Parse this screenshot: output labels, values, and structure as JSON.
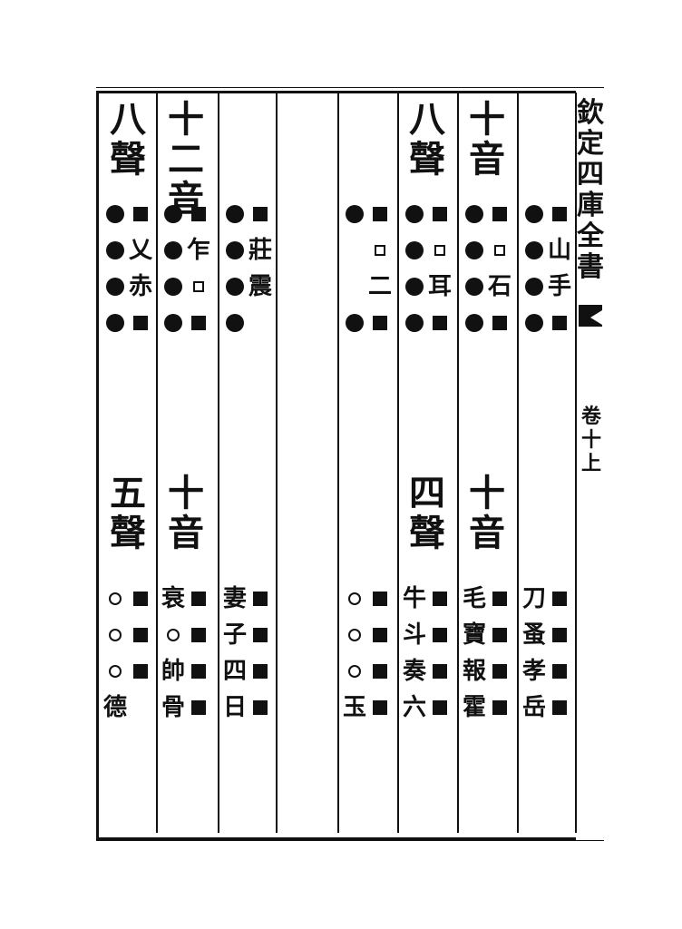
{
  "header": {
    "title": "欽定四庫全書",
    "volume": "卷十上"
  },
  "columns": [
    {
      "title": "八聲",
      "symbols": [
        "dot",
        "dot",
        "dot",
        "dot"
      ],
      "texts": [
        "■",
        "乂",
        "赤",
        "■"
      ],
      "title2": "五聲",
      "rows2": [
        [
          "circle",
          "■"
        ],
        [
          "circle",
          "■"
        ],
        [
          "circle",
          "■"
        ],
        [
          "德",
          ""
        ]
      ]
    },
    {
      "title": "十二音",
      "symbols": [
        "dot",
        "dot",
        "dot",
        "dot"
      ],
      "texts": [
        "■",
        "乍",
        "口",
        "■"
      ],
      "title2": "十音",
      "rows2": [
        [
          "衰",
          "■"
        ],
        [
          "circle",
          "■"
        ],
        [
          "帥",
          "■"
        ],
        [
          "骨",
          "■"
        ]
      ]
    },
    {
      "title": "",
      "symbols": [
        "dot",
        "dot",
        "dot",
        "dot"
      ],
      "texts": [
        "■",
        "莊",
        "震",
        ""
      ],
      "title2": "",
      "rows2": [
        [
          "妻",
          "■"
        ],
        [
          "子",
          "■"
        ],
        [
          "四",
          "■"
        ],
        [
          "日",
          "■"
        ]
      ]
    },
    {
      "title": "",
      "symbols": [],
      "texts": [],
      "title2": "",
      "rows2": []
    },
    {
      "title": "",
      "symbols": [
        "dot",
        "",
        "",
        "dot"
      ],
      "texts": [
        "■",
        "口",
        "二",
        "■"
      ],
      "title2": "",
      "rows2": [
        [
          "circle",
          "■"
        ],
        [
          "circle",
          "■"
        ],
        [
          "circle",
          "■"
        ],
        [
          "玉",
          "■"
        ]
      ]
    },
    {
      "title": "八聲",
      "symbols": [
        "dot",
        "dot",
        "dot",
        "dot"
      ],
      "texts": [
        "■",
        "口",
        "耳",
        "■"
      ],
      "title2": "四聲",
      "rows2": [
        [
          "牛",
          "■"
        ],
        [
          "斗",
          "■"
        ],
        [
          "奏",
          "■"
        ],
        [
          "六",
          "■"
        ]
      ]
    },
    {
      "title": "十音",
      "symbols": [
        "dot",
        "dot",
        "dot",
        "dot"
      ],
      "texts": [
        "■",
        "口",
        "石",
        "■"
      ],
      "title2": "十音",
      "rows2": [
        [
          "毛",
          "■"
        ],
        [
          "寶",
          "■"
        ],
        [
          "報",
          "■"
        ],
        [
          "霍",
          "■"
        ]
      ]
    },
    {
      "title": "",
      "symbols": [
        "dot",
        "dot",
        "dot",
        "dot"
      ],
      "texts": [
        "■",
        "山",
        "手",
        "■"
      ],
      "title2": "",
      "rows2": [
        [
          "刀",
          "■"
        ],
        [
          "蚤",
          "■"
        ],
        [
          "孝",
          "■"
        ],
        [
          "岳",
          "■"
        ]
      ]
    }
  ]
}
